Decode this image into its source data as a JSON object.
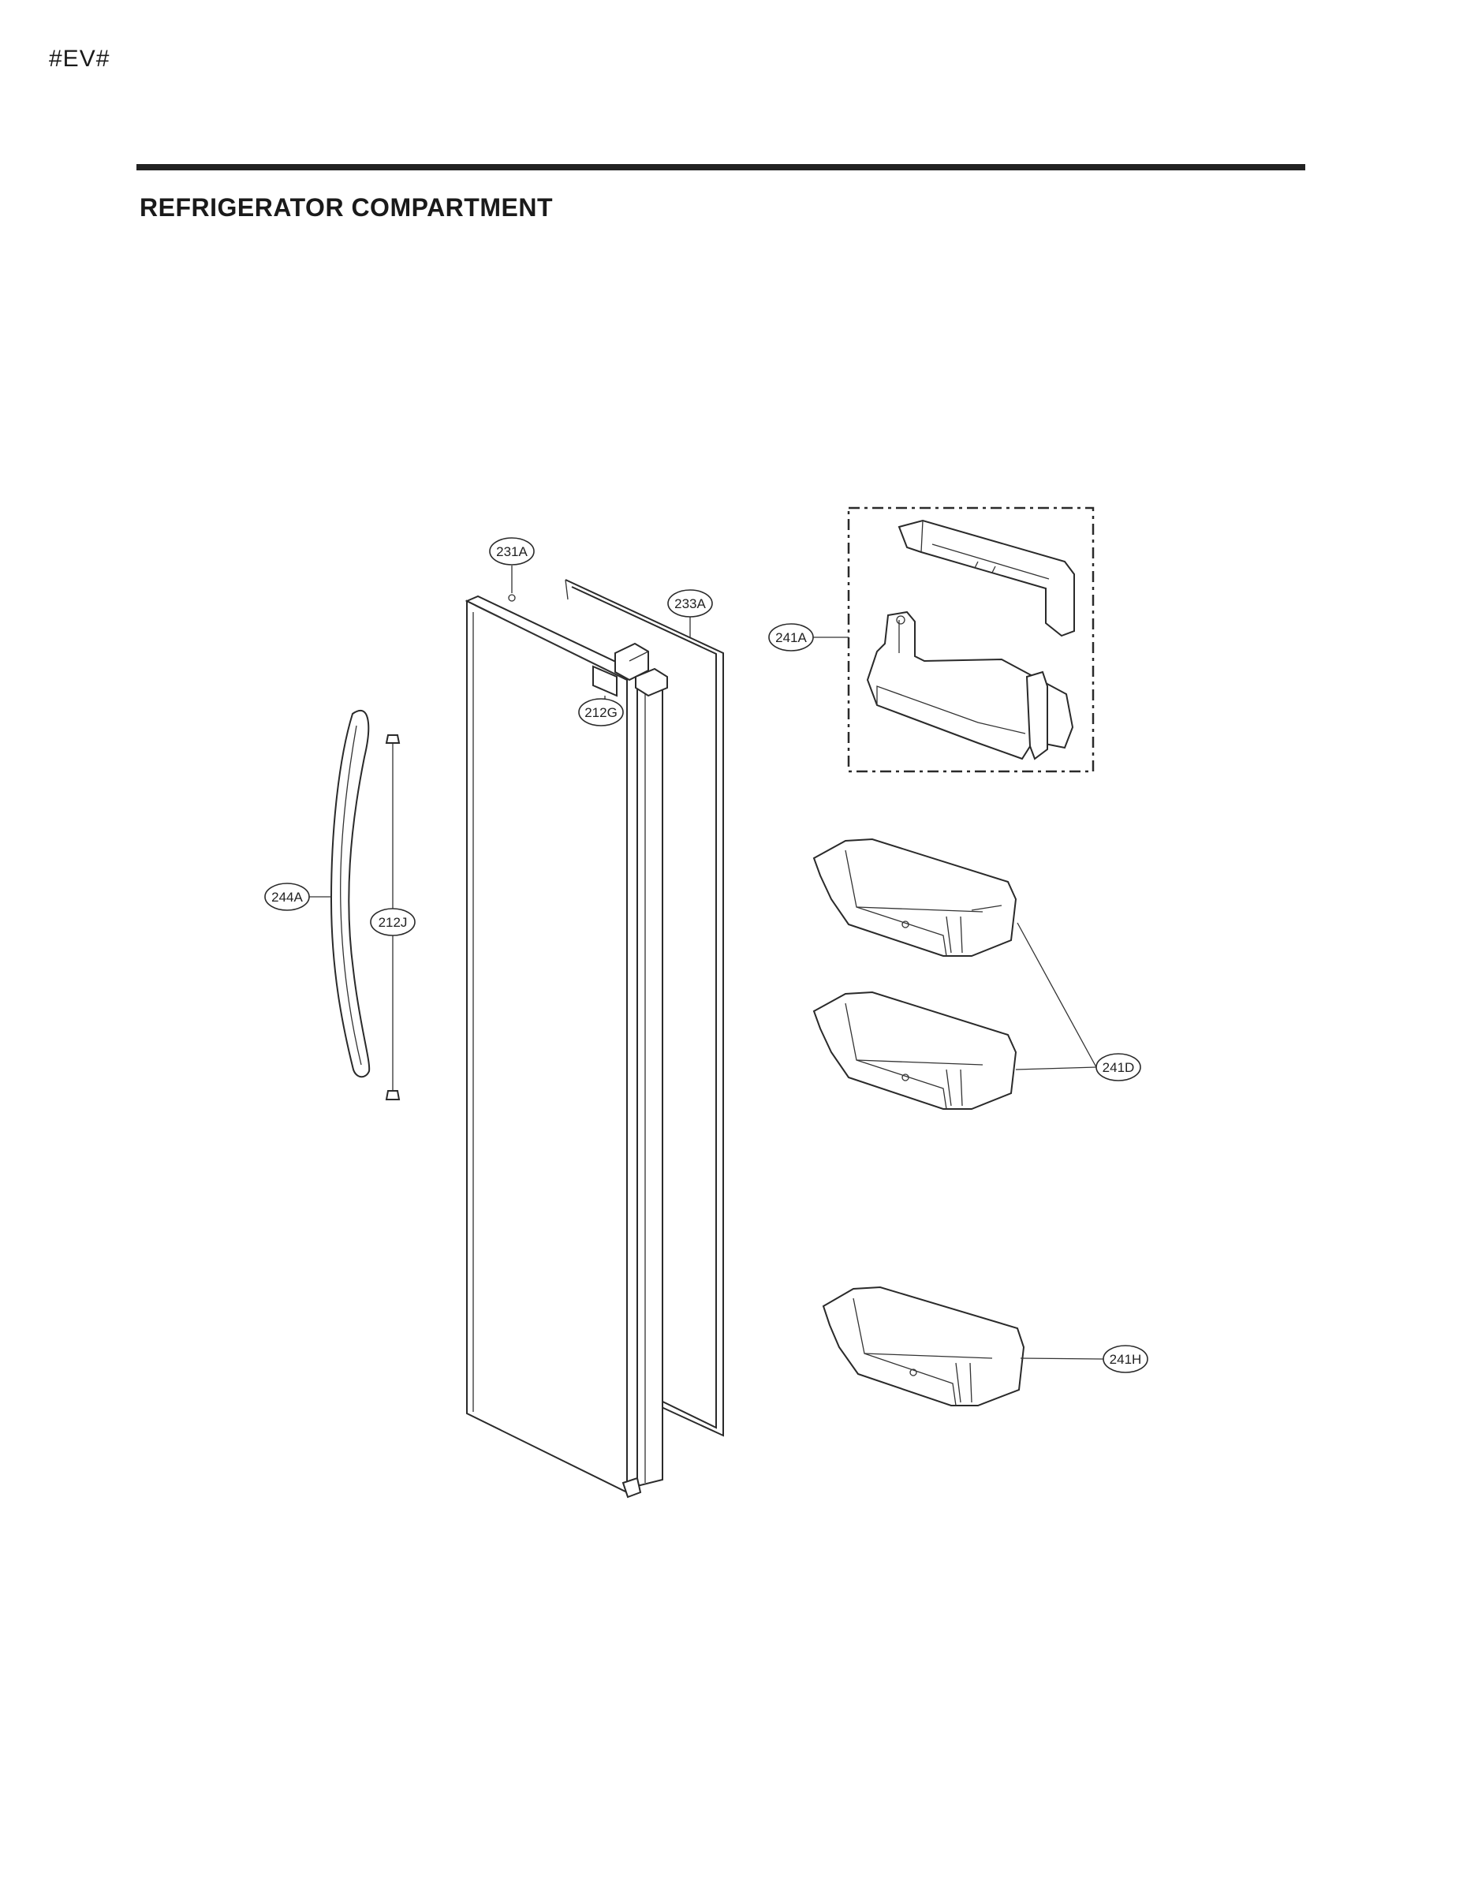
{
  "page": {
    "code": "#EV#",
    "title": "REFRIGERATOR COMPARTMENT"
  },
  "callouts": [
    {
      "id": "callout-231A",
      "label": "231A"
    },
    {
      "id": "callout-233A",
      "label": "233A"
    },
    {
      "id": "callout-212G",
      "label": "212G"
    },
    {
      "id": "callout-241A",
      "label": "241A"
    },
    {
      "id": "callout-244A",
      "label": "244A"
    },
    {
      "id": "callout-212J",
      "label": "212J"
    },
    {
      "id": "callout-241D",
      "label": "241D"
    },
    {
      "id": "callout-241H",
      "label": "241H"
    }
  ]
}
